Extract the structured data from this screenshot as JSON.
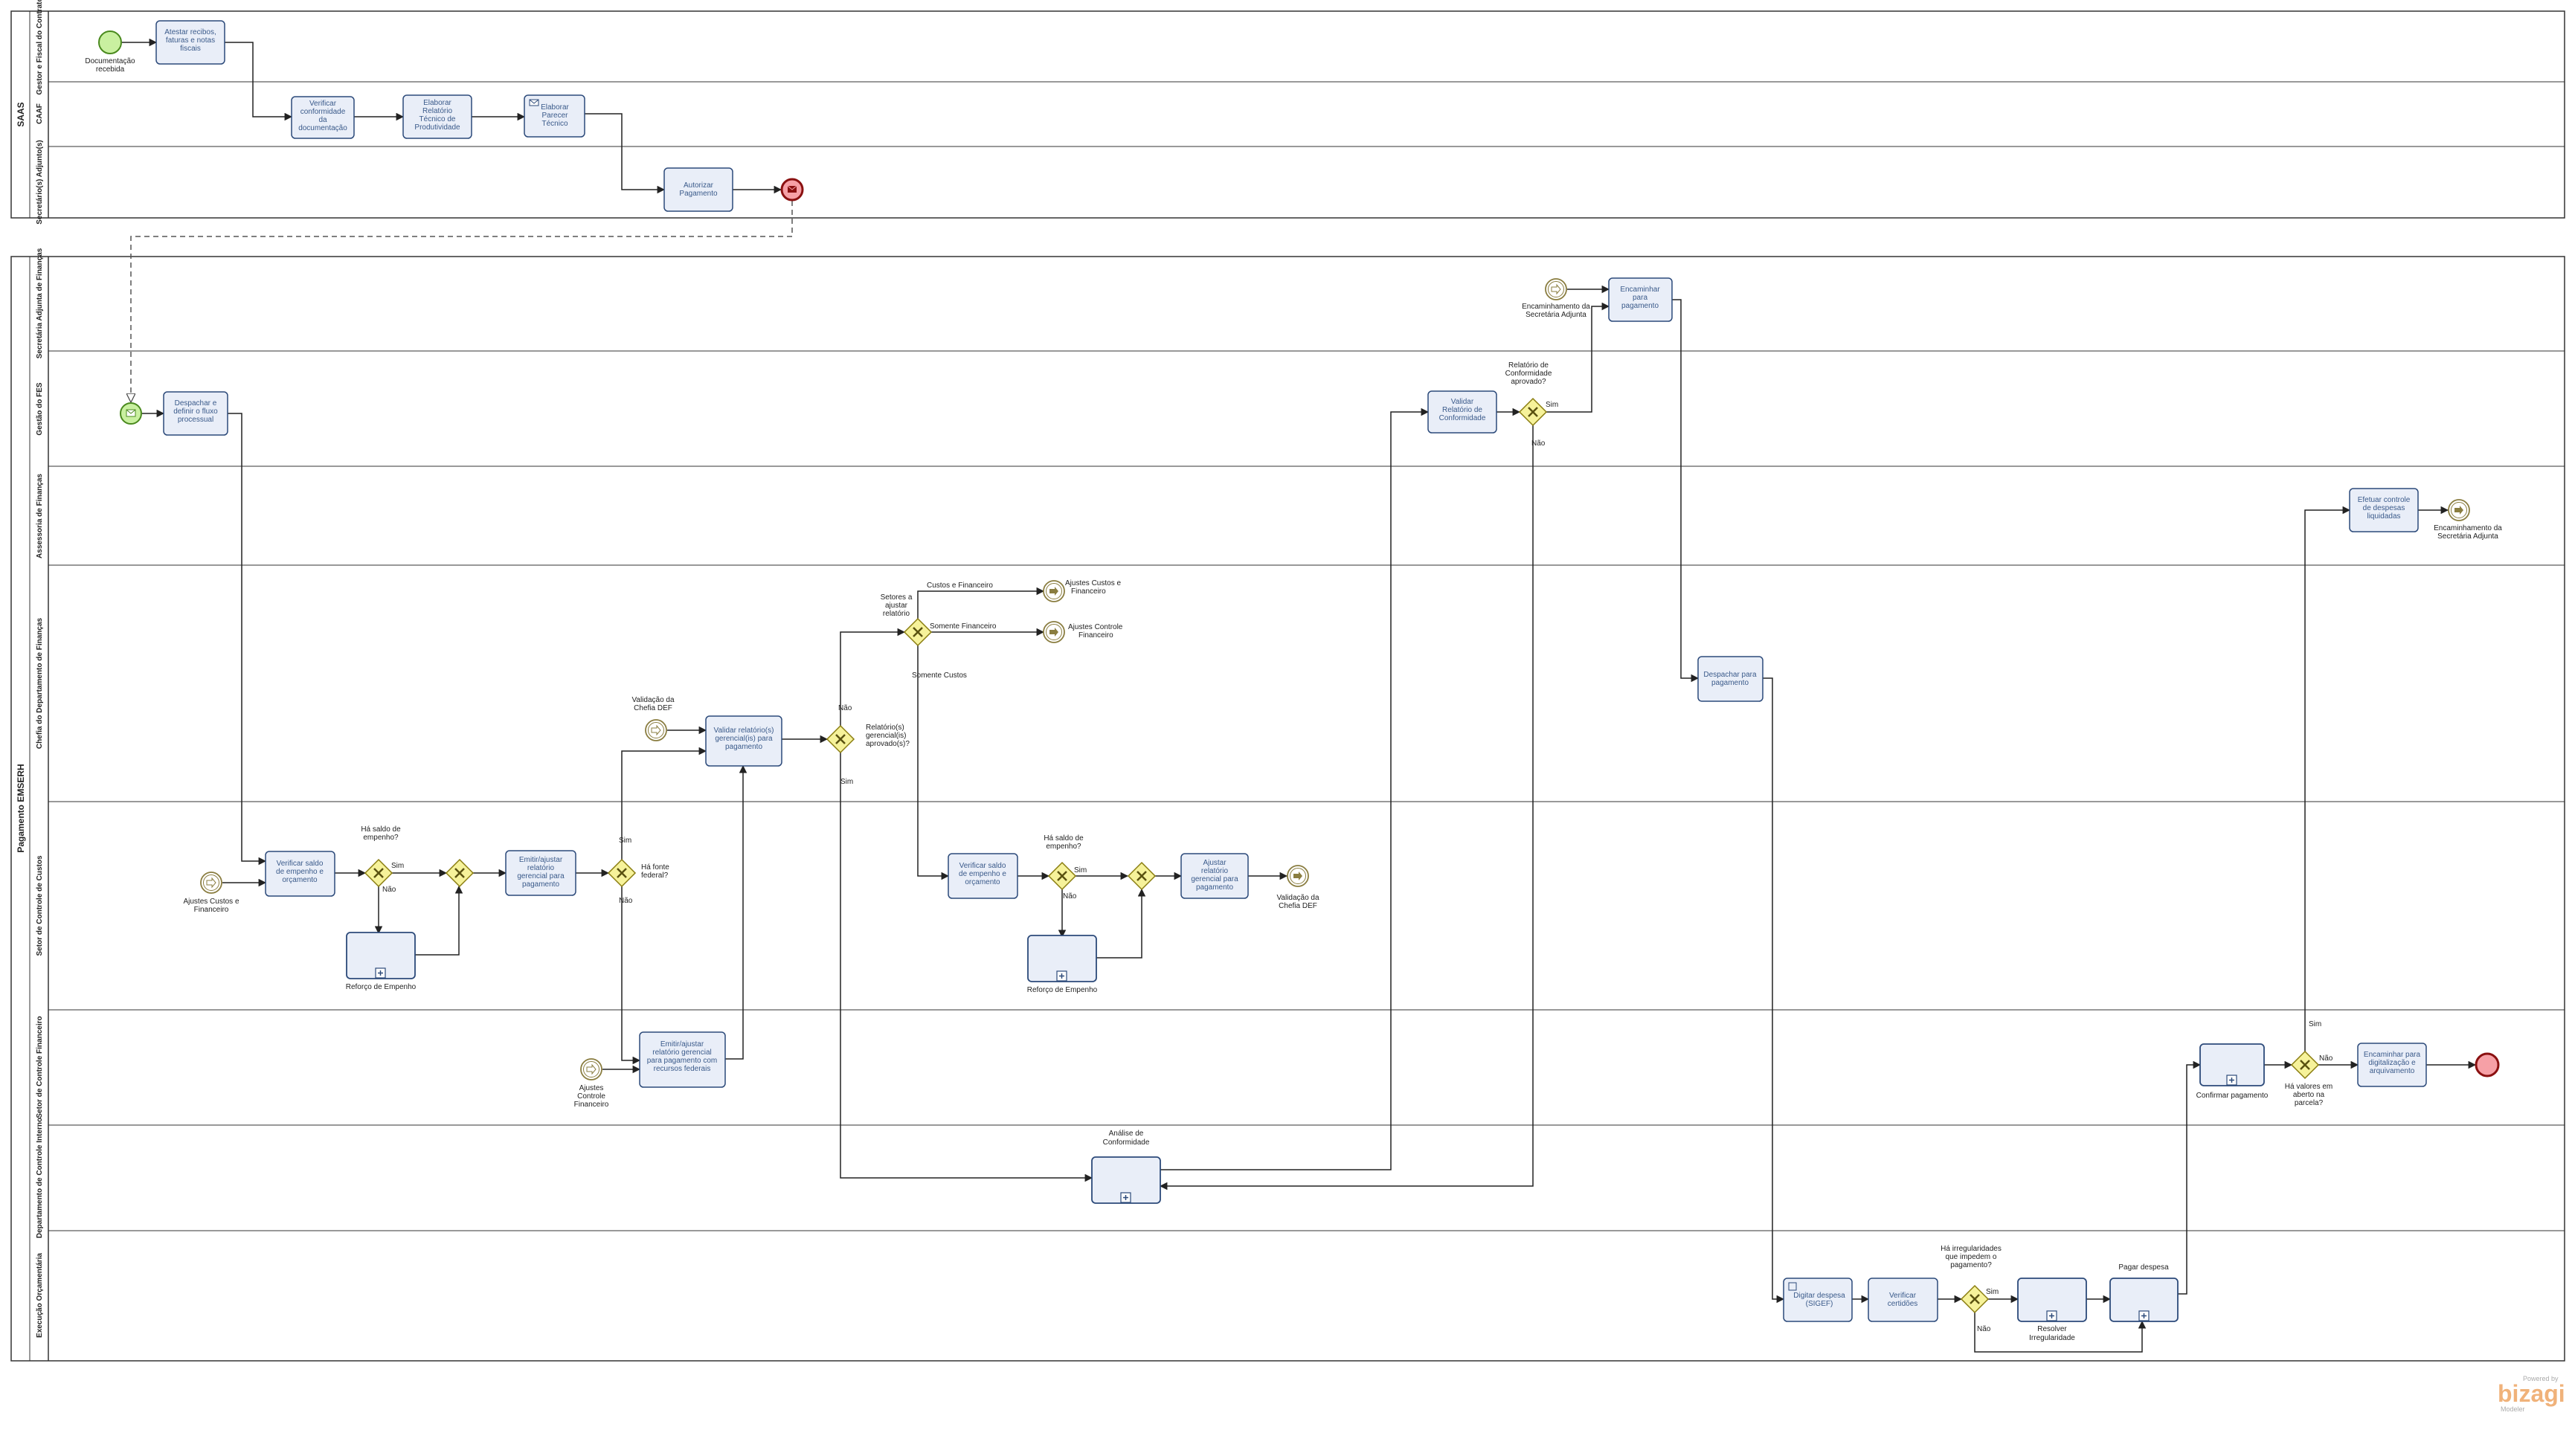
{
  "colors": {
    "task_fill": "#e9eef8",
    "task_stroke": "#2c4a7a",
    "start_fill": "#c9f0a0",
    "start_stroke": "#4a8a1e",
    "end_fill": "#f6a0a6",
    "end_stroke": "#8a1010",
    "gateway_fill": "#f6f29a",
    "gateway_stroke": "#8a7d10",
    "intermediate_stroke": "#8a7d40"
  },
  "pools": {
    "saas": {
      "label": "SAAS"
    },
    "emserh": {
      "label": "Pagamento EMSERH"
    }
  },
  "lanes": {
    "gestor": "Gestor e Fiscal do Contrato",
    "caaf": "CAAF",
    "secretario": "Secretário(s) Adjunto(s)",
    "sec_adj_financas": "Secretária Adjunta de Finanças",
    "gestao_fes": "Gestão do FES",
    "assessoria": "Assessoria de Finanças",
    "chefia_def": "Chefia do Departamento de Finanças",
    "controle_custos": "Setor de Controle de Custos",
    "controle_financeiro": "Setor de Controle Financeiro",
    "controle_interno": "Departamento de Controle Interno",
    "execucao": "Execução Orçamentária"
  },
  "tasks": {
    "t1": [
      "Atestar recibos,",
      "faturas e notas",
      "fiscais"
    ],
    "t2": [
      "Verificar",
      "conformidade",
      "da",
      "documentação"
    ],
    "t3": [
      "Elaborar",
      "Relatório",
      "Técnico de",
      "Produtividade"
    ],
    "t4": [
      "Elaborar",
      "Parecer",
      "Técnico"
    ],
    "t5": [
      "Autorizar",
      "Pagamento"
    ],
    "t6": [
      "Encaminhar",
      "para",
      "pagamento"
    ],
    "t7": [
      "Despachar e",
      "definir o fluxo",
      "processual"
    ],
    "t8": [
      "Validar",
      "Relatório de",
      "Conformidade"
    ],
    "t9": [
      "Efetuar controle",
      "de despesas",
      "liquidadas"
    ],
    "t10": [
      "Validar relatório(s)",
      "gerencial(is) para",
      "pagamento"
    ],
    "t11": [
      "Despachar para",
      "pagamento"
    ],
    "t12": [
      "Verificar saldo",
      "de empenho e",
      "orçamento"
    ],
    "t13": [
      "Emitir/ajustar",
      "relatório",
      "gerencial para",
      "pagamento"
    ],
    "t14": [
      "Verificar saldo",
      "de empenho e",
      "orçamento"
    ],
    "t15": [
      "Ajustar",
      "relatório",
      "gerencial para",
      "pagamento"
    ],
    "t16": [
      "Emitir/ajustar",
      "relatório gerencial",
      "para pagamento com",
      "recursos federais"
    ],
    "t17": [
      "Encaminhar para",
      "digitalização e",
      "arquivamento"
    ],
    "t18": [
      "Digitar despesa",
      "(SIGEF)"
    ],
    "t19": [
      "Verificar",
      "certidões"
    ]
  },
  "subprocesses": {
    "s1": [
      "Reforço de Empenho"
    ],
    "s2": [
      "Reforço de Empenho"
    ],
    "s3": [
      "Análise de",
      "Conformidade"
    ],
    "s4": [
      "Confirmar pagamento"
    ],
    "s5": [
      "Resolver",
      "Irregularidade"
    ],
    "s6": [
      "Pagar despesa"
    ]
  },
  "events": {
    "start1": [
      "Documentação",
      "recebida"
    ],
    "ev_enc_sec": [
      "Encaminhamento da",
      "Secretária Adjunta"
    ],
    "ev_enc_sec_end": [
      "Encaminhamento da",
      "Secretária Adjunta"
    ],
    "ev_aj_cf_end": [
      "Ajustes Custos e",
      "Financeiro"
    ],
    "ev_aj_ctrl_end": [
      "Ajustes Controle",
      "Financeiro"
    ],
    "ev_valid_def_in": [
      "Validação da",
      "Chefia DEF"
    ],
    "ev_aj_cf_in": [
      "Ajustes Custos e",
      "Financeiro"
    ],
    "ev_valid_def_out": [
      "Validação da",
      "Chefia DEF"
    ],
    "ev_aj_ctrl_in": [
      "Ajustes",
      "Controle",
      "Financeiro"
    ]
  },
  "gateways": {
    "g_fes": [
      "Relatório de",
      "Conformidade",
      "aprovado?"
    ],
    "g_setores": [
      "Setores a",
      "ajustar",
      "relatório"
    ],
    "g_aprov": [
      "Relatório(s)",
      "gerencial(is)",
      "aprovado(s)?"
    ],
    "g_saldo1": [
      "Há saldo de",
      "empenho?"
    ],
    "g_fonte": [
      "Há fonte",
      "federal?"
    ],
    "g_saldo2": [
      "Há saldo de",
      "empenho?"
    ],
    "g_valores": [
      "Há valores em",
      "aberto na",
      "parcela?"
    ],
    "g_irreg": [
      "Há irregularidades",
      "que impedem o",
      "pagamento?"
    ]
  },
  "flow_labels": {
    "sim": "Sim",
    "nao": "Não",
    "custos_financeiro": "Custos e Financeiro",
    "somente_financeiro": "Somente Financeiro",
    "somente_custos": "Somente Custos"
  },
  "logo": {
    "powered_by": "Powered by",
    "brand": "bizagi",
    "product": "Modeler"
  }
}
